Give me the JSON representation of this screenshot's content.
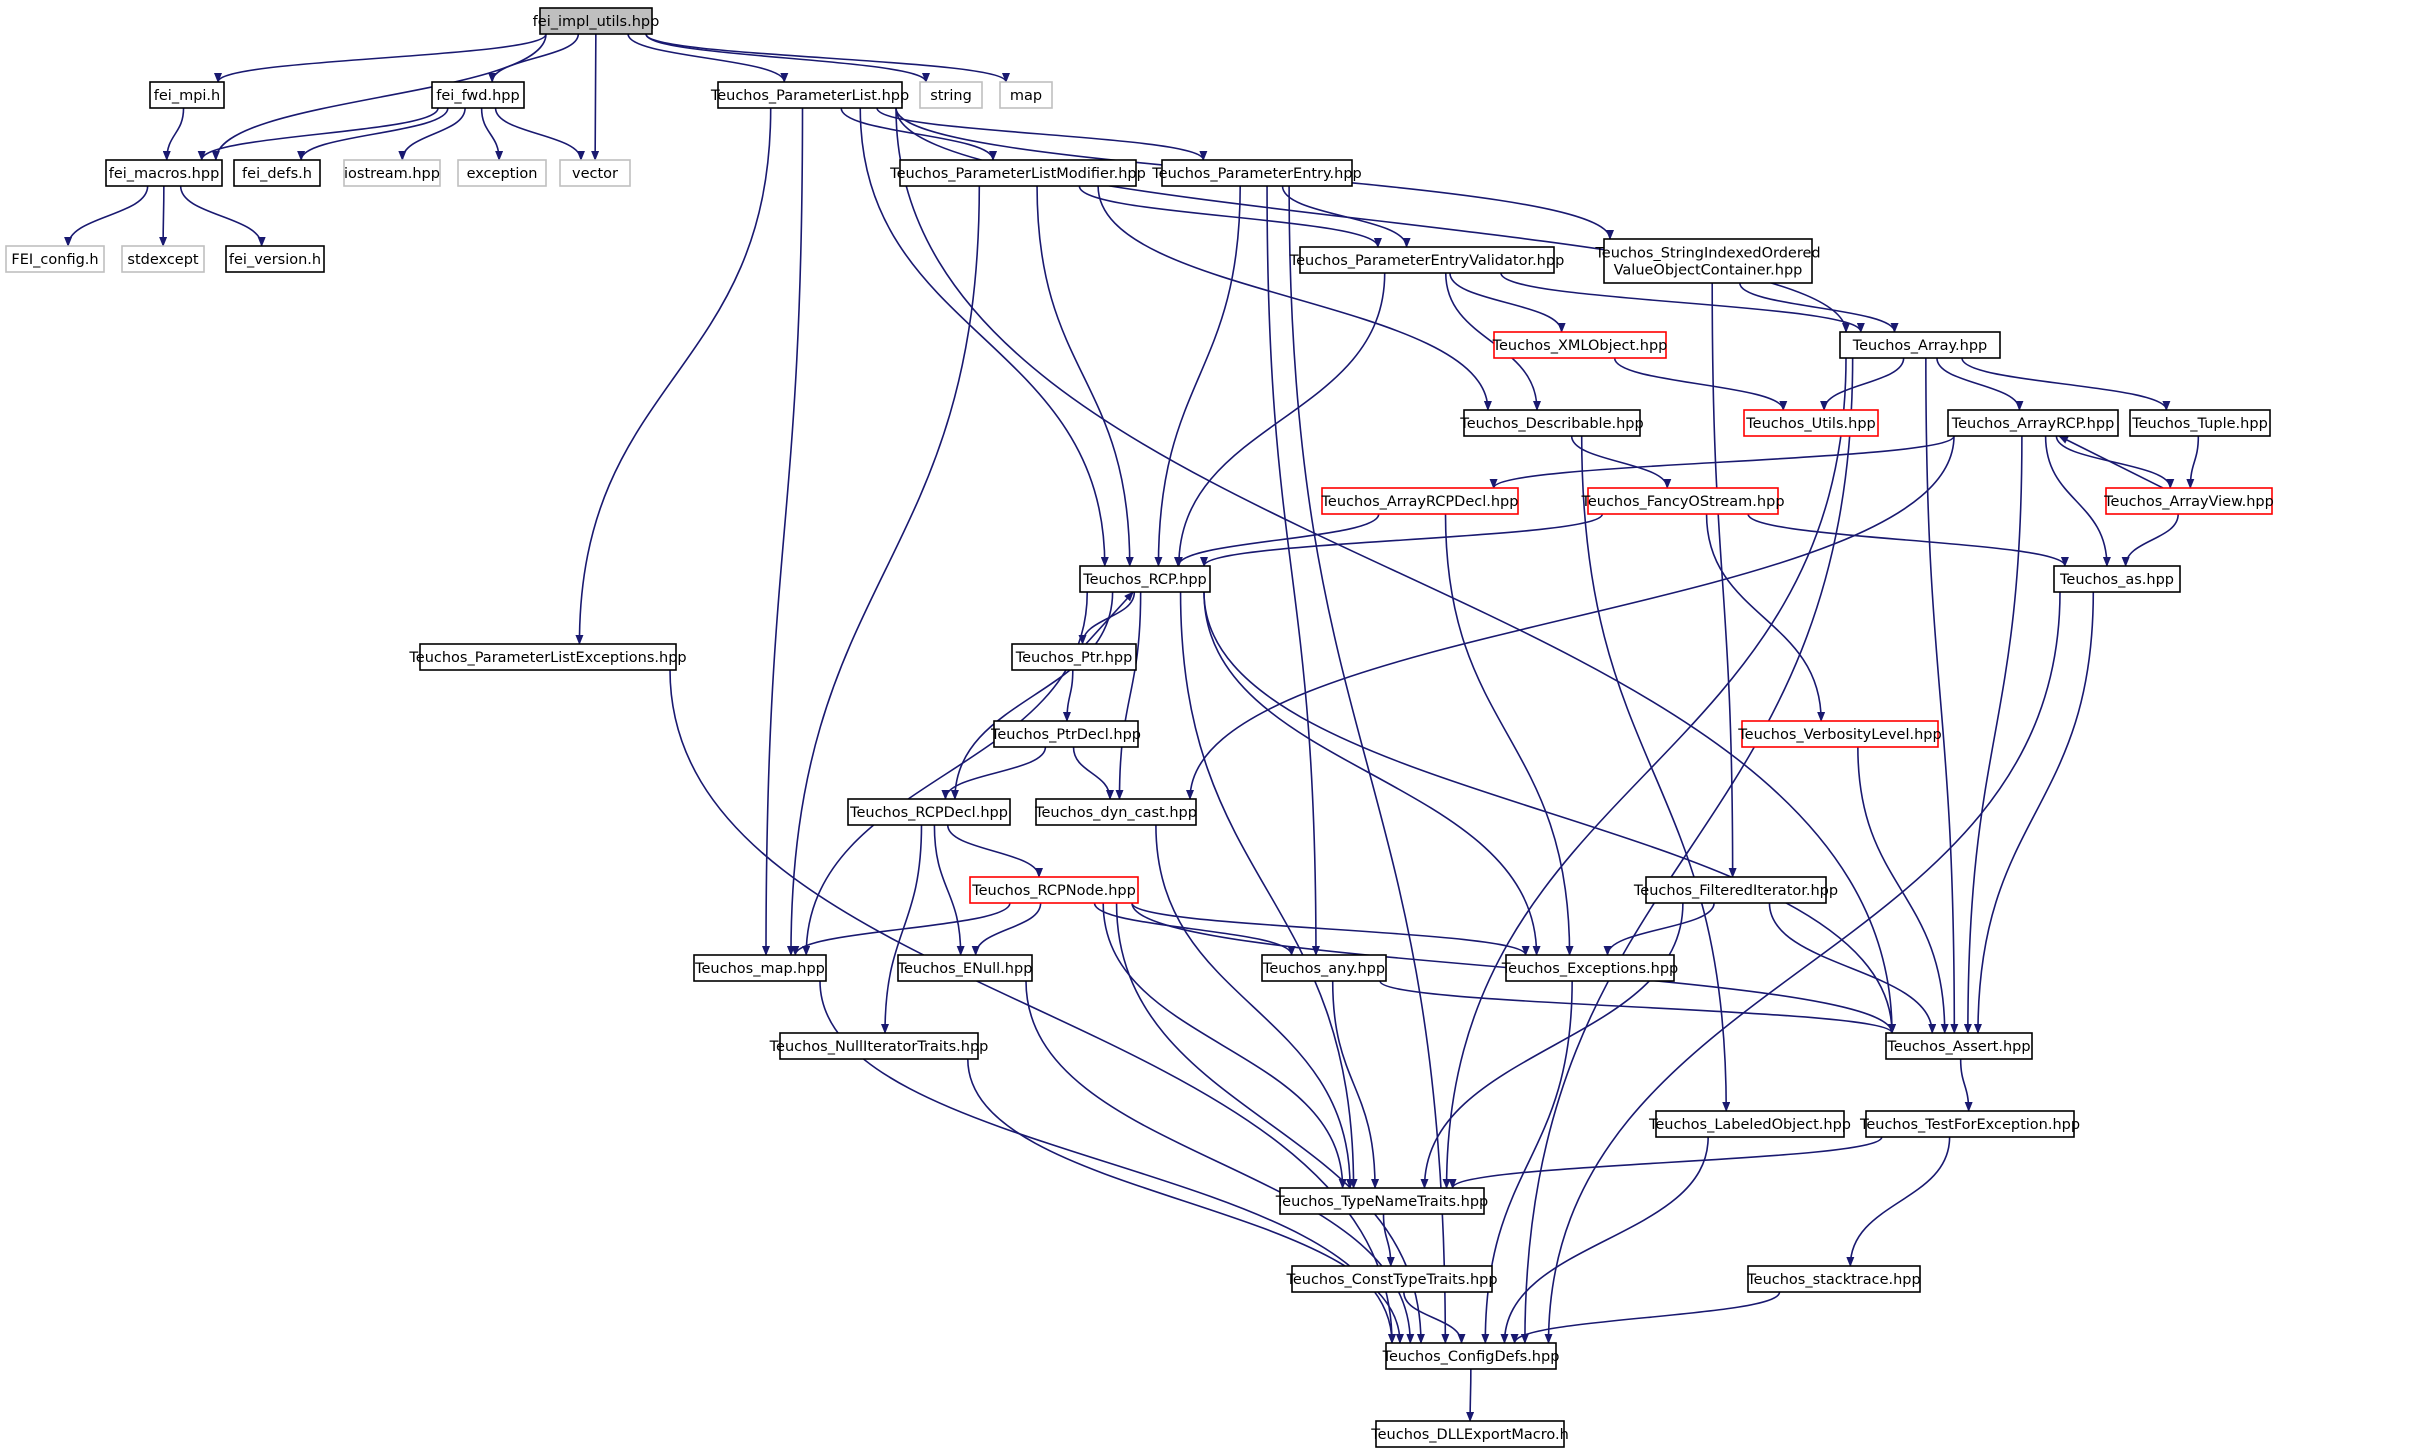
{
  "colors": {
    "edge": "#191970",
    "root_fill": "#bfbfbf",
    "node_border_default": "#000000",
    "node_border_truncated": "#ff0000",
    "node_border_external": "#bfbfbf",
    "text": "#000000"
  },
  "nodes": [
    {
      "id": "root",
      "label": "fei_impl_utils.hpp",
      "kind": "root"
    },
    {
      "id": "fei_mpi",
      "label": "fei_mpi.h",
      "kind": "default"
    },
    {
      "id": "fei_fwd",
      "label": "fei_fwd.hpp",
      "kind": "default"
    },
    {
      "id": "tpl",
      "label": "Teuchos_ParameterList.hpp",
      "kind": "default"
    },
    {
      "id": "string",
      "label": "string",
      "kind": "external"
    },
    {
      "id": "map",
      "label": "map",
      "kind": "external"
    },
    {
      "id": "fei_macros",
      "label": "fei_macros.hpp",
      "kind": "default"
    },
    {
      "id": "fei_defs",
      "label": "fei_defs.h",
      "kind": "default"
    },
    {
      "id": "iostream",
      "label": "iostream.hpp",
      "kind": "external"
    },
    {
      "id": "exception",
      "label": "exception",
      "kind": "external"
    },
    {
      "id": "vector",
      "label": "vector",
      "kind": "external"
    },
    {
      "id": "fei_config",
      "label": "FEI_config.h",
      "kind": "external"
    },
    {
      "id": "stdexcept",
      "label": "stdexcept",
      "kind": "external"
    },
    {
      "id": "fei_version",
      "label": "fei_version.h",
      "kind": "default"
    },
    {
      "id": "tplm",
      "label": "Teuchos_ParameterListModifier.hpp",
      "kind": "default"
    },
    {
      "id": "tpe",
      "label": "Teuchos_ParameterEntry.hpp",
      "kind": "default"
    },
    {
      "id": "tsiovoc",
      "label": "Teuchos_StringIndexedOrdered\nValueObjectContainer.hpp",
      "kind": "default"
    },
    {
      "id": "tpev",
      "label": "Teuchos_ParameterEntryValidator.hpp",
      "kind": "default"
    },
    {
      "id": "txml",
      "label": "Teuchos_XMLObject.hpp",
      "kind": "truncated"
    },
    {
      "id": "tarray",
      "label": "Teuchos_Array.hpp",
      "kind": "default"
    },
    {
      "id": "tdesc",
      "label": "Teuchos_Describable.hpp",
      "kind": "default"
    },
    {
      "id": "tutils",
      "label": "Teuchos_Utils.hpp",
      "kind": "truncated"
    },
    {
      "id": "tarcp",
      "label": "Teuchos_ArrayRCP.hpp",
      "kind": "default"
    },
    {
      "id": "ttuple",
      "label": "Teuchos_Tuple.hpp",
      "kind": "default"
    },
    {
      "id": "tarcpdecl",
      "label": "Teuchos_ArrayRCPDecl.hpp",
      "kind": "truncated"
    },
    {
      "id": "tfos",
      "label": "Teuchos_FancyOStream.hpp",
      "kind": "truncated"
    },
    {
      "id": "tav",
      "label": "Teuchos_ArrayView.hpp",
      "kind": "truncated"
    },
    {
      "id": "trcp",
      "label": "Teuchos_RCP.hpp",
      "kind": "default"
    },
    {
      "id": "tas",
      "label": "Teuchos_as.hpp",
      "kind": "default"
    },
    {
      "id": "tple",
      "label": "Teuchos_ParameterListExceptions.hpp",
      "kind": "default"
    },
    {
      "id": "tptr",
      "label": "Teuchos_Ptr.hpp",
      "kind": "default"
    },
    {
      "id": "tptrdecl",
      "label": "Teuchos_PtrDecl.hpp",
      "kind": "default"
    },
    {
      "id": "tvl",
      "label": "Teuchos_VerbosityLevel.hpp",
      "kind": "truncated"
    },
    {
      "id": "trcpdecl",
      "label": "Teuchos_RCPDecl.hpp",
      "kind": "default"
    },
    {
      "id": "tdyn",
      "label": "Teuchos_dyn_cast.hpp",
      "kind": "default"
    },
    {
      "id": "trcpnode",
      "label": "Teuchos_RCPNode.hpp",
      "kind": "truncated"
    },
    {
      "id": "tfi",
      "label": "Teuchos_FilteredIterator.hpp",
      "kind": "default"
    },
    {
      "id": "tmap",
      "label": "Teuchos_map.hpp",
      "kind": "default"
    },
    {
      "id": "tenull",
      "label": "Teuchos_ENull.hpp",
      "kind": "default"
    },
    {
      "id": "tany",
      "label": "Teuchos_any.hpp",
      "kind": "default"
    },
    {
      "id": "texc",
      "label": "Teuchos_Exceptions.hpp",
      "kind": "default"
    },
    {
      "id": "tnit",
      "label": "Teuchos_NullIteratorTraits.hpp",
      "kind": "default"
    },
    {
      "id": "tassert",
      "label": "Teuchos_Assert.hpp",
      "kind": "default"
    },
    {
      "id": "tlo",
      "label": "Teuchos_LabeledObject.hpp",
      "kind": "default"
    },
    {
      "id": "ttfe",
      "label": "Teuchos_TestForException.hpp",
      "kind": "default"
    },
    {
      "id": "ttnt",
      "label": "Teuchos_TypeNameTraits.hpp",
      "kind": "default"
    },
    {
      "id": "tctt",
      "label": "Teuchos_ConstTypeTraits.hpp",
      "kind": "default"
    },
    {
      "id": "tst",
      "label": "Teuchos_stacktrace.hpp",
      "kind": "default"
    },
    {
      "id": "tcd",
      "label": "Teuchos_ConfigDefs.hpp",
      "kind": "default"
    },
    {
      "id": "tdll",
      "label": "Teuchos_DLLExportMacro.h",
      "kind": "default"
    }
  ],
  "edges": [
    [
      "root",
      "fei_mpi"
    ],
    [
      "root",
      "fei_macros"
    ],
    [
      "root",
      "fei_fwd"
    ],
    [
      "root",
      "tpl"
    ],
    [
      "root",
      "vector"
    ],
    [
      "root",
      "string"
    ],
    [
      "root",
      "map"
    ],
    [
      "fei_mpi",
      "fei_macros"
    ],
    [
      "fei_fwd",
      "fei_macros"
    ],
    [
      "fei_fwd",
      "fei_defs"
    ],
    [
      "fei_fwd",
      "iostream"
    ],
    [
      "fei_fwd",
      "exception"
    ],
    [
      "fei_fwd",
      "vector"
    ],
    [
      "fei_macros",
      "fei_config"
    ],
    [
      "fei_macros",
      "stdexcept"
    ],
    [
      "fei_macros",
      "fei_version"
    ],
    [
      "tpl",
      "tplm"
    ],
    [
      "tpl",
      "tpe"
    ],
    [
      "tpl",
      "tsiovoc"
    ],
    [
      "tpl",
      "tarray"
    ],
    [
      "tpl",
      "tassert"
    ],
    [
      "tpl",
      "trcp"
    ],
    [
      "tpl",
      "tmap"
    ],
    [
      "tpl",
      "tple"
    ],
    [
      "tplm",
      "tpev"
    ],
    [
      "tplm",
      "tdesc"
    ],
    [
      "tplm",
      "trcp"
    ],
    [
      "tplm",
      "tmap"
    ],
    [
      "tpe",
      "tpev"
    ],
    [
      "tpe",
      "trcp"
    ],
    [
      "tpe",
      "tany"
    ],
    [
      "tpe",
      "tcd"
    ],
    [
      "tsiovoc",
      "tarray"
    ],
    [
      "tsiovoc",
      "tfi"
    ],
    [
      "tpev",
      "txml"
    ],
    [
      "tpev",
      "tarray"
    ],
    [
      "tpev",
      "tdesc"
    ],
    [
      "tpev",
      "trcp"
    ],
    [
      "txml",
      "tutils"
    ],
    [
      "tarray",
      "tutils"
    ],
    [
      "tarray",
      "tarcp"
    ],
    [
      "tarray",
      "ttuple"
    ],
    [
      "tarray",
      "tassert"
    ],
    [
      "tarray",
      "ttnt"
    ],
    [
      "tarray",
      "tcd"
    ],
    [
      "tdesc",
      "tfos"
    ],
    [
      "tdesc",
      "tlo"
    ],
    [
      "tarcp",
      "tarcpdecl"
    ],
    [
      "tarcp",
      "tav"
    ],
    [
      "tarcp",
      "tas"
    ],
    [
      "tarcp",
      "tdyn"
    ],
    [
      "tarcp",
      "tassert"
    ],
    [
      "ttuple",
      "tav"
    ],
    [
      "tav",
      "tarcp"
    ],
    [
      "tav",
      "tas"
    ],
    [
      "tarcpdecl",
      "trcp"
    ],
    [
      "tarcpdecl",
      "texc"
    ],
    [
      "tfos",
      "trcp"
    ],
    [
      "tfos",
      "tas"
    ],
    [
      "tfos",
      "tvl"
    ],
    [
      "tas",
      "tassert"
    ],
    [
      "tas",
      "tcd"
    ],
    [
      "trcp",
      "tptr"
    ],
    [
      "trcp",
      "trcpdecl"
    ],
    [
      "trcp",
      "tdyn"
    ],
    [
      "trcp",
      "tmap"
    ],
    [
      "trcp",
      "texc"
    ],
    [
      "trcp",
      "ttnt"
    ],
    [
      "trcp",
      "tassert"
    ],
    [
      "tptr",
      "trcp"
    ],
    [
      "tptr",
      "tptrdecl"
    ],
    [
      "tptrdecl",
      "trcpdecl"
    ],
    [
      "tptrdecl",
      "tdyn"
    ],
    [
      "trcpdecl",
      "trcpnode"
    ],
    [
      "trcpdecl",
      "tenull"
    ],
    [
      "trcpdecl",
      "tnit"
    ],
    [
      "tdyn",
      "ttnt"
    ],
    [
      "tvl",
      "tassert"
    ],
    [
      "trcpnode",
      "tmap"
    ],
    [
      "trcpnode",
      "tenull"
    ],
    [
      "trcpnode",
      "tany"
    ],
    [
      "trcpnode",
      "texc"
    ],
    [
      "trcpnode",
      "tassert"
    ],
    [
      "trcpnode",
      "ttnt"
    ],
    [
      "trcpnode",
      "tcd"
    ],
    [
      "tfi",
      "texc"
    ],
    [
      "tfi",
      "tassert"
    ],
    [
      "tfi",
      "ttnt"
    ],
    [
      "tmap",
      "tcd"
    ],
    [
      "tenull",
      "tcd"
    ],
    [
      "tany",
      "ttnt"
    ],
    [
      "tany",
      "tassert"
    ],
    [
      "texc",
      "tcd"
    ],
    [
      "tnit",
      "tcd"
    ],
    [
      "tassert",
      "ttfe"
    ],
    [
      "ttfe",
      "ttnt"
    ],
    [
      "ttfe",
      "tst"
    ],
    [
      "tlo",
      "tcd"
    ],
    [
      "ttnt",
      "tctt"
    ],
    [
      "tctt",
      "tcd"
    ],
    [
      "tst",
      "tcd"
    ],
    [
      "tple",
      "tcd"
    ],
    [
      "tcd",
      "tdll"
    ]
  ]
}
